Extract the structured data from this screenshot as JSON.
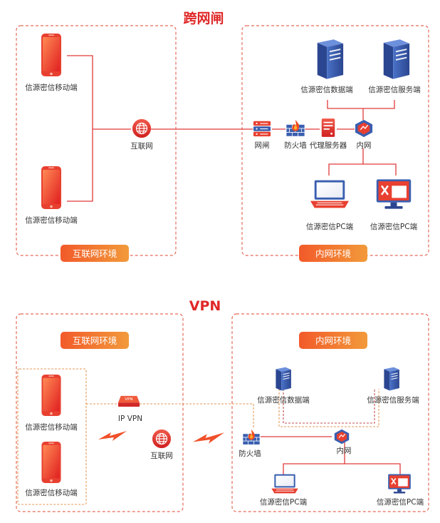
{
  "top": {
    "title": "跨网闸",
    "left_zone": "互联网环境",
    "right_zone": "内网环境",
    "mobile_1": "信源密信移动端",
    "mobile_2": "信源密信移动端",
    "internet": "互联网",
    "gateway": "网闸",
    "firewall": "防火墙",
    "proxy": "代理服务器",
    "intranet": "内网",
    "data_server": "信源密信数据端",
    "service_server": "信源密信服务端",
    "pc_1": "信源密信PC端",
    "pc_2": "信源密信PC端"
  },
  "bottom": {
    "title": "VPN",
    "left_zone": "互联网环境",
    "right_zone": "内网环境",
    "mobile_1": "信源密信移动端",
    "mobile_2": "信源密信移动端",
    "ipvpn": "IP VPN",
    "vpn_badge": "VPN",
    "internet": "互联网",
    "firewall": "防火墙",
    "intranet": "内网",
    "data_server": "信源密信数据端",
    "service_server": "信源密信服务端",
    "pc_1": "信源密信PC端",
    "pc_2": "信源密信PC端"
  },
  "colors": {
    "accent": "#e02828",
    "orange": "#f07a2a",
    "dash": "#e56a5a",
    "line": "#e03a3a",
    "server_blue": "#3a5fb0",
    "server_dark": "#283f80"
  },
  "icons": [
    "mobile-phone-icon",
    "globe-icon",
    "server-icon",
    "gateway-icon",
    "firewall-icon",
    "proxy-server-icon",
    "router-icon",
    "laptop-icon",
    "desktop-pc-icon",
    "vpn-device-icon",
    "lightning-icon"
  ]
}
